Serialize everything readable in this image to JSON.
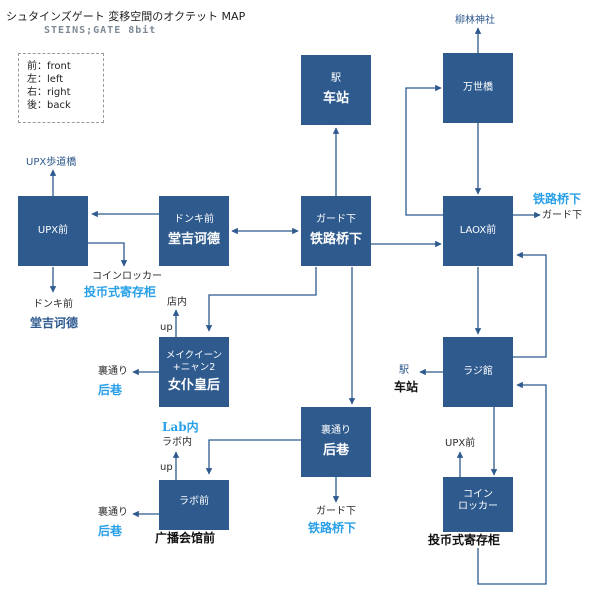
{
  "title": "シュタインズゲート 変移空間のオクテット MAP",
  "subtitle": "STEINS;GATE 8bit",
  "legend": [
    "前：front",
    "左：left",
    "右：right",
    "後：back"
  ],
  "nodes": {
    "eki": {
      "jp": "駅",
      "cn": "车站"
    },
    "manseibashi": {
      "jp": "万世橋",
      "cn": ""
    },
    "upx_mae": {
      "jp": "UPX前",
      "cn": ""
    },
    "donki_mae": {
      "jp": "ドンキ前",
      "cn": "堂吉诃德"
    },
    "gado_shita": {
      "jp": "ガード下",
      "cn": "铁路桥下"
    },
    "laox_mae": {
      "jp": "LAOX前",
      "cn": ""
    },
    "maid_queen": {
      "jp": "メイクイーン\n+ニャン2",
      "cn": "女仆皇后"
    },
    "ura_dori": {
      "jp": "裏通り",
      "cn": "后巷"
    },
    "radikan": {
      "jp": "ラジ館",
      "cn": ""
    },
    "labo_mae": {
      "jp": "ラボ前",
      "cn": "广播会馆前"
    },
    "coin_locker": {
      "jp": "コイン\nロッカー",
      "cn": "投币式寄存柜"
    }
  },
  "labels": {
    "yanagibayashi": "柳林神社",
    "laox_exit_cn": "铁路桥下",
    "laox_exit_jp": "ガード下",
    "upx_top": "UPX歩道橋",
    "upx_coin_jp": "コインロッカー",
    "upx_coin_cn": "投币式寄存柜",
    "upx_donki_jp": "ドンキ前",
    "upx_donki_cn": "堂吉诃德",
    "maid_tennai": "店内",
    "maid_up": "up",
    "maid_left_jp": "裏通り",
    "maid_left_cn": "后巷",
    "radi_left_jp": "駅",
    "radi_left_cn": "车站",
    "radi_upx": "UPX前",
    "lab_inside_cn": "Lab内",
    "lab_inside_jp": "ラボ内",
    "lab_up": "up",
    "ura_bottom_jp": "ガード下",
    "ura_bottom_cn": "铁路桥下",
    "labo_left_jp": "裏通り",
    "labo_left_cn": "后巷"
  }
}
